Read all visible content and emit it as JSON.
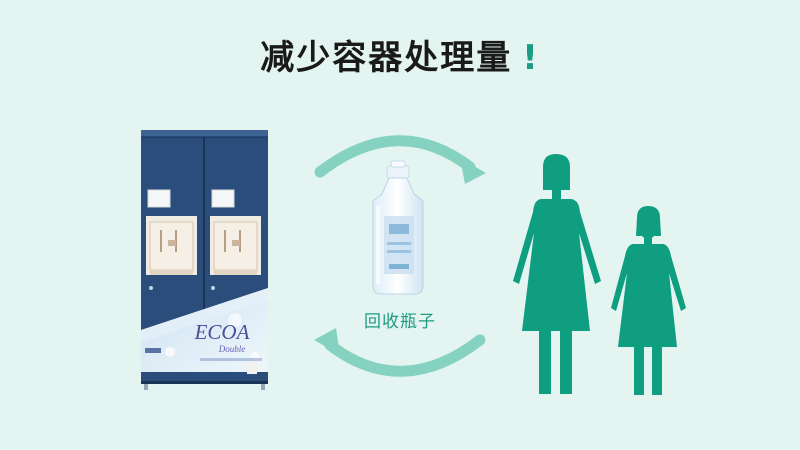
{
  "headline": {
    "text": "减少容器处理量",
    "mark": "!"
  },
  "machine": {
    "brand": "ECOA",
    "sub_brand": "Double"
  },
  "bottle": {
    "caption": "回收瓶子"
  },
  "colors": {
    "background": "#e3f4f1",
    "accent": "#1c9c82",
    "arrow": "#86d2c0",
    "machine_body": "#2b4d7b",
    "figure": "#0f9e80"
  },
  "icons": [
    "cycle-arrow-icon",
    "woman-silhouette-icon",
    "girl-silhouette-icon",
    "water-bottle-icon"
  ]
}
